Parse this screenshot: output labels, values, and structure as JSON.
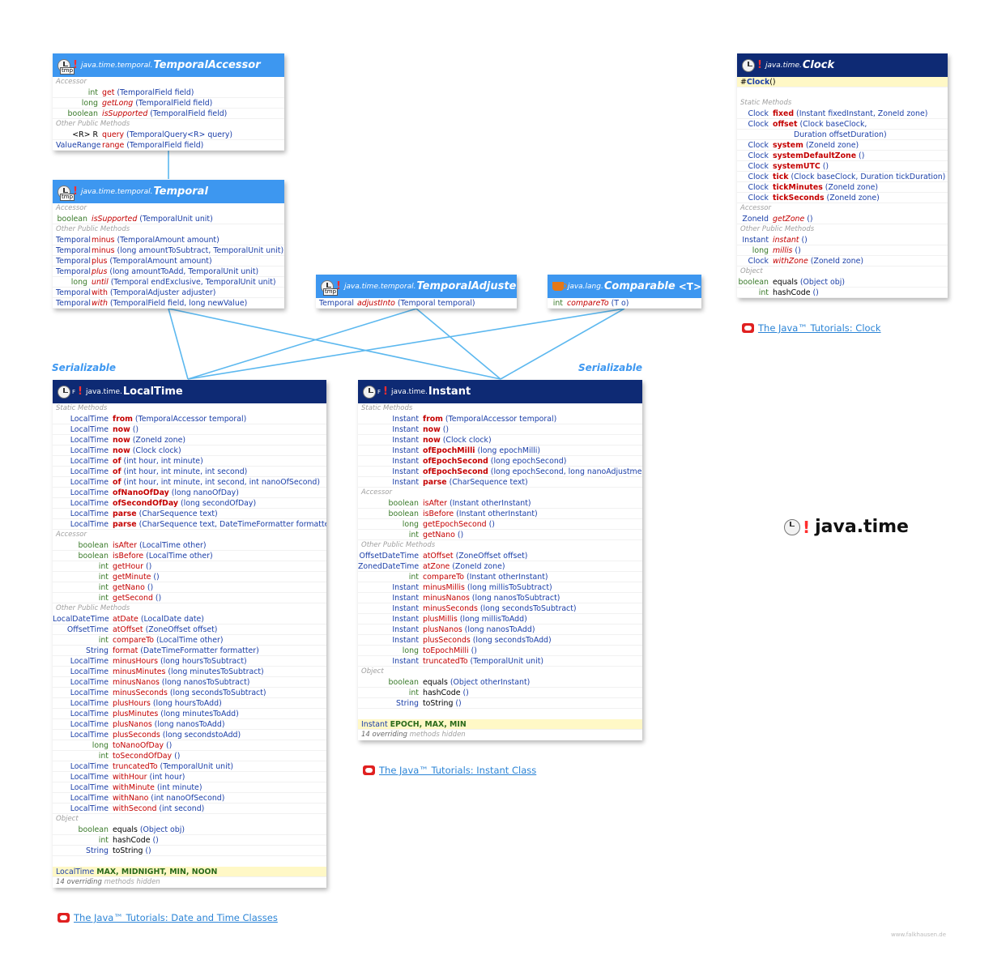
{
  "title": {
    "text": "java.time",
    "icon": "clock-icon"
  },
  "credit": "www.falkhausen.de",
  "serializable_label": "Serializable",
  "temporal_accessor": {
    "pkg": "java.time.temporal.",
    "name": "TemporalAccessor",
    "bang": "!",
    "tmp": "tmp",
    "sec_accessor": "Accessor",
    "sec_other": "Other Public Methods",
    "rows": [
      {
        "t": "int",
        "m": "get",
        "a": " (TemporalField field)"
      },
      {
        "t": "long",
        "m": "getLong",
        "a": " (TemporalField field)"
      },
      {
        "t": "boolean",
        "m": "isSupported",
        "a": " (TemporalField field)"
      },
      {
        "t": "<R> R",
        "m": "query",
        "a": " (TemporalQuery<R> query)"
      },
      {
        "t": "ValueRange",
        "m": "range",
        "a": " (TemporalField field)"
      }
    ]
  },
  "temporal": {
    "pkg": "java.time.temporal.",
    "name": "Temporal",
    "bang": "!",
    "tmp": "tmp",
    "sec_accessor": "Accessor",
    "sec_other": "Other Public Methods",
    "rows": [
      {
        "t": "boolean",
        "m": "isSupported",
        "a": " (TemporalUnit unit)"
      },
      {
        "t": "Temporal",
        "m": "minus",
        "a": " (TemporalAmount amount)"
      },
      {
        "t": "Temporal",
        "m": "minus",
        "a": " (long amountToSubtract, TemporalUnit unit)"
      },
      {
        "t": "Temporal",
        "m": "plus",
        "a": " (TemporalAmount amount)"
      },
      {
        "t": "Temporal",
        "m": "plus",
        "a": " (long amountToAdd, TemporalUnit unit)"
      },
      {
        "t": "long",
        "m": "until",
        "a": " (Temporal endExclusive, TemporalUnit unit)"
      },
      {
        "t": "Temporal",
        "m": "with",
        "a": " (TemporalAdjuster adjuster)"
      },
      {
        "t": "Temporal",
        "m": "with",
        "a": " (TemporalField field, long newValue)"
      }
    ]
  },
  "temporal_adjuster": {
    "pkg": "java.time.temporal.",
    "name": "TemporalAdjuster",
    "bang": "!",
    "tmp": "tmp",
    "rows": [
      {
        "t": "Temporal",
        "m": "adjustInto",
        "a": " (Temporal temporal)"
      }
    ]
  },
  "comparable": {
    "pkg": "java.lang.",
    "name": "Comparable",
    "tparam": "<T>",
    "rows": [
      {
        "t": "int",
        "m": "compareTo",
        "a": " (T o)"
      }
    ]
  },
  "clock": {
    "pkg": "java.time.",
    "name": "Clock",
    "bang": "!",
    "ctor": {
      "mark": "#",
      "name": "Clock",
      "args": " ()"
    },
    "sec_static": "Static Methods",
    "sec_accessor": "Accessor",
    "sec_other": "Other Public Methods",
    "sec_object": "Object",
    "rows": [
      {
        "t": "Clock",
        "m": "fixed",
        "a": " (Instant fixedInstant, ZoneId zone)"
      },
      {
        "t": "Clock",
        "m": "offset",
        "a": " (Clock baseClock,"
      },
      {
        "t": "",
        "m": "",
        "a": "Duration offsetDuration)"
      },
      {
        "t": "Clock",
        "m": "system",
        "a": " (ZoneId zone)"
      },
      {
        "t": "Clock",
        "m": "systemDefaultZone",
        "a": " ()"
      },
      {
        "t": "Clock",
        "m": "systemUTC",
        "a": " ()"
      },
      {
        "t": "Clock",
        "m": "tick",
        "a": " (Clock baseClock, Duration tickDuration)"
      },
      {
        "t": "Clock",
        "m": "tickMinutes",
        "a": " (ZoneId zone)"
      },
      {
        "t": "Clock",
        "m": "tickSeconds",
        "a": " (ZoneId zone)"
      },
      {
        "t": "ZoneId",
        "m": "getZone",
        "a": " ()"
      },
      {
        "t": "Instant",
        "m": "instant",
        "a": " ()"
      },
      {
        "t": "long",
        "m": "millis",
        "a": " ()"
      },
      {
        "t": "Clock",
        "m": "withZone",
        "a": " (ZoneId zone)"
      },
      {
        "t": "boolean",
        "m": "equals",
        "a": " (Object obj)"
      },
      {
        "t": "int",
        "m": "hashCode",
        "a": " ()"
      }
    ]
  },
  "local_time": {
    "pkg": "java.time.",
    "name": "LocalTime",
    "bang": "!",
    "fin": "F",
    "sec_static": "Static Methods",
    "sec_accessor": "Accessor",
    "sec_other": "Other Public Methods",
    "sec_object": "Object",
    "rows": [
      {
        "t": "LocalTime",
        "m": "from",
        "a": " (TemporalAccessor temporal)"
      },
      {
        "t": "LocalTime",
        "m": "now",
        "a": " ()"
      },
      {
        "t": "LocalTime",
        "m": "now",
        "a": " (ZoneId zone)"
      },
      {
        "t": "LocalTime",
        "m": "now",
        "a": " (Clock clock)"
      },
      {
        "t": "LocalTime",
        "m": "of",
        "a": " (int hour, int minute)"
      },
      {
        "t": "LocalTime",
        "m": "of",
        "a": " (int hour, int minute, int second)"
      },
      {
        "t": "LocalTime",
        "m": "of",
        "a": " (int hour, int minute, int second, int nanoOfSecond)"
      },
      {
        "t": "LocalTime",
        "m": "ofNanoOfDay",
        "a": " (long nanoOfDay)"
      },
      {
        "t": "LocalTime",
        "m": "ofSecondOfDay",
        "a": " (long secondOfDay)"
      },
      {
        "t": "LocalTime",
        "m": "parse",
        "a": " (CharSequence text)"
      },
      {
        "t": "LocalTime",
        "m": "parse",
        "a": " (CharSequence text, DateTimeFormatter formatter)"
      },
      {
        "t": "boolean",
        "m": "isAfter",
        "a": " (LocalTime other)"
      },
      {
        "t": "boolean",
        "m": "isBefore",
        "a": " (LocalTime other)"
      },
      {
        "t": "int",
        "m": "getHour",
        "a": " ()"
      },
      {
        "t": "int",
        "m": "getMinute",
        "a": " ()"
      },
      {
        "t": "int",
        "m": "getNano",
        "a": " ()"
      },
      {
        "t": "int",
        "m": "getSecond",
        "a": " ()"
      },
      {
        "t": "LocalDateTime",
        "m": "atDate",
        "a": " (LocalDate date)"
      },
      {
        "t": "OffsetTime",
        "m": "atOffset",
        "a": " (ZoneOffset offset)"
      },
      {
        "t": "int",
        "m": "compareTo",
        "a": " (LocalTime other)"
      },
      {
        "t": "String",
        "m": "format",
        "a": " (DateTimeFormatter formatter)"
      },
      {
        "t": "LocalTime",
        "m": "minusHours",
        "a": " (long hoursToSubtract)"
      },
      {
        "t": "LocalTime",
        "m": "minusMinutes",
        "a": " (long minutesToSubtract)"
      },
      {
        "t": "LocalTime",
        "m": "minusNanos",
        "a": " (long nanosToSubtract)"
      },
      {
        "t": "LocalTime",
        "m": "minusSeconds",
        "a": " (long secondsToSubtract)"
      },
      {
        "t": "LocalTime",
        "m": "plusHours",
        "a": " (long hoursToAdd)"
      },
      {
        "t": "LocalTime",
        "m": "plusMinutes",
        "a": " (long minutesToAdd)"
      },
      {
        "t": "LocalTime",
        "m": "plusNanos",
        "a": " (long nanosToAdd)"
      },
      {
        "t": "LocalTime",
        "m": "plusSeconds",
        "a": " (long secondstoAdd)"
      },
      {
        "t": "long",
        "m": "toNanoOfDay",
        "a": " ()"
      },
      {
        "t": "int",
        "m": "toSecondOfDay",
        "a": " ()"
      },
      {
        "t": "LocalTime",
        "m": "truncatedTo",
        "a": " (TemporalUnit unit)"
      },
      {
        "t": "LocalTime",
        "m": "withHour",
        "a": " (int hour)"
      },
      {
        "t": "LocalTime",
        "m": "withMinute",
        "a": " (int minute)"
      },
      {
        "t": "LocalTime",
        "m": "withNano",
        "a": " (int nanoOfSecond)"
      },
      {
        "t": "LocalTime",
        "m": "withSecond",
        "a": " (int second)"
      },
      {
        "t": "boolean",
        "m": "equals",
        "a": " (Object obj)"
      },
      {
        "t": "int",
        "m": "hashCode",
        "a": " ()"
      },
      {
        "t": "String",
        "m": "toString",
        "a": " ()"
      }
    ],
    "constants": {
      "t": "LocalTime",
      "v": "MAX, MIDNIGHT, MIN, NOON"
    },
    "hidden": {
      "count": "14 overriding",
      "label": "methods hidden"
    }
  },
  "instant": {
    "pkg": "java.time.",
    "name": "Instant",
    "bang": "!",
    "fin": "F",
    "sec_static": "Static Methods",
    "sec_accessor": "Accessor",
    "sec_other": "Other Public Methods",
    "sec_object": "Object",
    "rows": [
      {
        "t": "Instant",
        "m": "from",
        "a": " (TemporalAccessor temporal)"
      },
      {
        "t": "Instant",
        "m": "now",
        "a": " ()"
      },
      {
        "t": "Instant",
        "m": "now",
        "a": " (Clock clock)"
      },
      {
        "t": "Instant",
        "m": "ofEpochMilli",
        "a": " (long epochMilli)"
      },
      {
        "t": "Instant",
        "m": "ofEpochSecond",
        "a": " (long epochSecond)"
      },
      {
        "t": "Instant",
        "m": "ofEpochSecond",
        "a": " (long epochSecond, long nanoAdjustment)"
      },
      {
        "t": "Instant",
        "m": "parse",
        "a": " (CharSequence text)"
      },
      {
        "t": "boolean",
        "m": "isAfter",
        "a": " (Instant otherInstant)"
      },
      {
        "t": "boolean",
        "m": "isBefore",
        "a": " (Instant otherInstant)"
      },
      {
        "t": "long",
        "m": "getEpochSecond",
        "a": " ()"
      },
      {
        "t": "int",
        "m": "getNano",
        "a": " ()"
      },
      {
        "t": "OffsetDateTime",
        "m": "atOffset",
        "a": " (ZoneOffset offset)"
      },
      {
        "t": "ZonedDateTime",
        "m": "atZone",
        "a": " (ZoneId zone)"
      },
      {
        "t": "int",
        "m": "compareTo",
        "a": " (Instant otherInstant)"
      },
      {
        "t": "Instant",
        "m": "minusMillis",
        "a": " (long millisToSubtract)"
      },
      {
        "t": "Instant",
        "m": "minusNanos",
        "a": " (long nanosToSubtract)"
      },
      {
        "t": "Instant",
        "m": "minusSeconds",
        "a": " (long secondsToSubtract)"
      },
      {
        "t": "Instant",
        "m": "plusMillis",
        "a": " (long millisToAdd)"
      },
      {
        "t": "Instant",
        "m": "plusNanos",
        "a": " (long nanosToAdd)"
      },
      {
        "t": "Instant",
        "m": "plusSeconds",
        "a": " (long secondsToAdd)"
      },
      {
        "t": "long",
        "m": "toEpochMilli",
        "a": " ()"
      },
      {
        "t": "Instant",
        "m": "truncatedTo",
        "a": " (TemporalUnit unit)"
      },
      {
        "t": "boolean",
        "m": "equals",
        "a": " (Object otherInstant)"
      },
      {
        "t": "int",
        "m": "hashCode",
        "a": " ()"
      },
      {
        "t": "String",
        "m": "toString",
        "a": " ()"
      }
    ],
    "constants": {
      "t": "Instant",
      "v": "EPOCH, MAX, MIN"
    },
    "hidden": {
      "count": "14 overriding",
      "label": "methods hidden"
    }
  },
  "links": {
    "clock": "The Java™ Tutorials: Clock",
    "instant": "The Java™ Tutorials: Instant Class",
    "datetime": "The Java™ Tutorials: Date and Time Classes"
  },
  "colors": {
    "interface_header": "#3d97f0",
    "class_header": "#0e2a74",
    "connector": "#5cb8ef",
    "type": "#1b3fa8",
    "method": "#c40000",
    "highlight_row": "#fff8c6"
  }
}
